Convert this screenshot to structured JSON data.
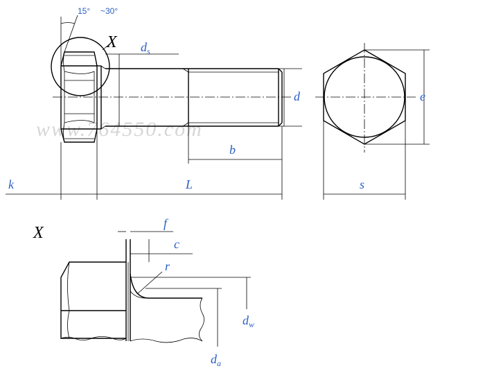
{
  "labels": {
    "angle_1": "15°",
    "angle_2": "~30°",
    "detail_top": "X",
    "detail_bottom": "X",
    "ds": "d",
    "ds_sub": "s",
    "d": "d",
    "e": "e",
    "b": "b",
    "k": "k",
    "L": "L",
    "s": "s",
    "f": "f",
    "c": "c",
    "r": "r",
    "dw": "d",
    "dw_sub": "w",
    "da": "d",
    "da_sub": "a"
  },
  "watermark": "www.764550.com",
  "colors": {
    "label": "#2a5ec4",
    "line": "#000000"
  }
}
